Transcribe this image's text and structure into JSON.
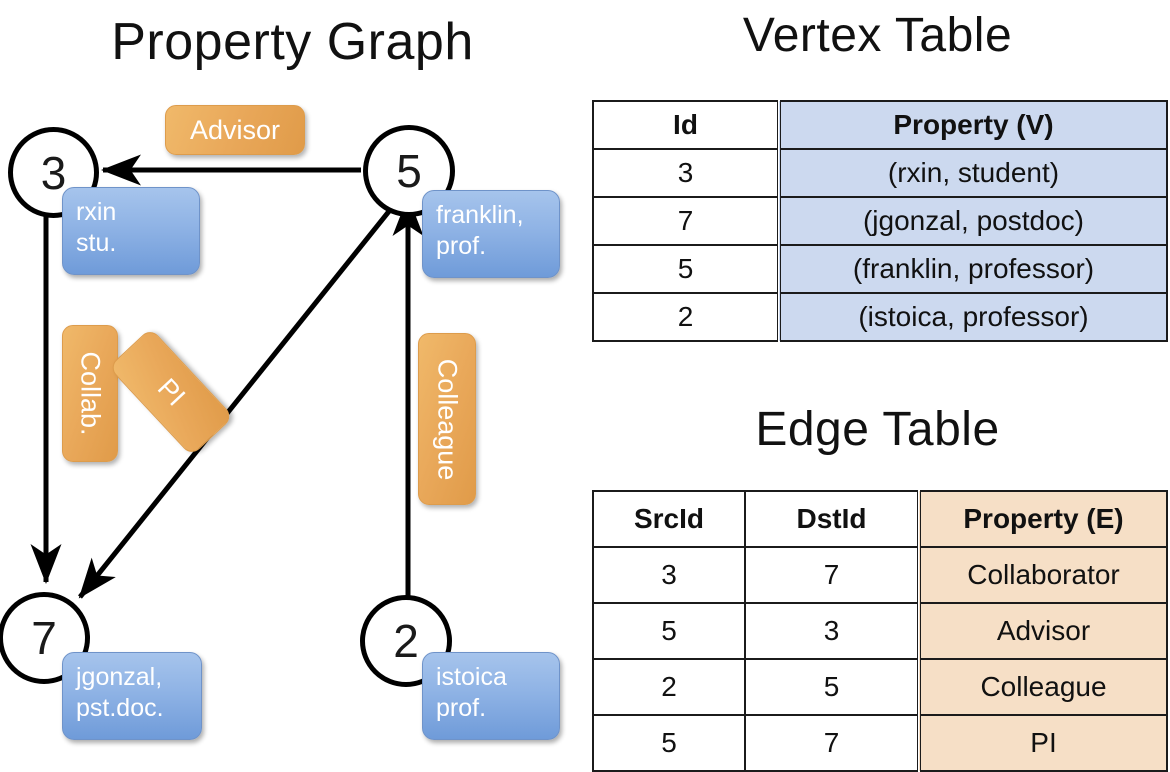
{
  "graph": {
    "title": "Property Graph",
    "vertices": [
      {
        "id": "3",
        "property": "rxin\nstu.",
        "line1": "rxin",
        "line2": "stu."
      },
      {
        "id": "5",
        "property": "franklin,\nprof.",
        "line1": "franklin,",
        "line2": "prof."
      },
      {
        "id": "7",
        "property": "jgonzal,\npst.doc.",
        "line1": "jgonzal,",
        "line2": "pst.doc."
      },
      {
        "id": "2",
        "property": "istoica\nprof.",
        "line1": "istoica",
        "line2": "prof."
      }
    ],
    "edge_labels": [
      {
        "label": "Advisor",
        "from": "5",
        "to": "3",
        "orientation": "horizontal"
      },
      {
        "label": "Collab.",
        "from": "3",
        "to": "7",
        "orientation": "vertical"
      },
      {
        "label": "PI",
        "from": "5",
        "to": "7",
        "orientation": "diagonal"
      },
      {
        "label": "Colleague",
        "from": "2",
        "to": "5",
        "orientation": "vertical"
      }
    ]
  },
  "vertex_table": {
    "title": "Vertex Table",
    "headers": [
      "Id",
      "Property (V)"
    ],
    "rows": [
      [
        "3",
        "(rxin, student)"
      ],
      [
        "7",
        "(jgonzal, postdoc)"
      ],
      [
        "5",
        "(franklin, professor)"
      ],
      [
        "2",
        "(istoica, professor)"
      ]
    ]
  },
  "edge_table": {
    "title": "Edge Table",
    "headers": [
      "SrcId",
      "DstId",
      "Property (E)"
    ],
    "rows": [
      [
        "3",
        "7",
        "Collaborator"
      ],
      [
        "5",
        "3",
        "Advisor"
      ],
      [
        "2",
        "5",
        "Colleague"
      ],
      [
        "5",
        "7",
        "PI"
      ]
    ]
  },
  "colors": {
    "vertex_property_blue": "#8fb3e5",
    "edge_label_orange": "#e9a85a",
    "table_blue": "#ccd9ef",
    "table_peach": "#f6dfc6",
    "stroke": "#000000"
  }
}
